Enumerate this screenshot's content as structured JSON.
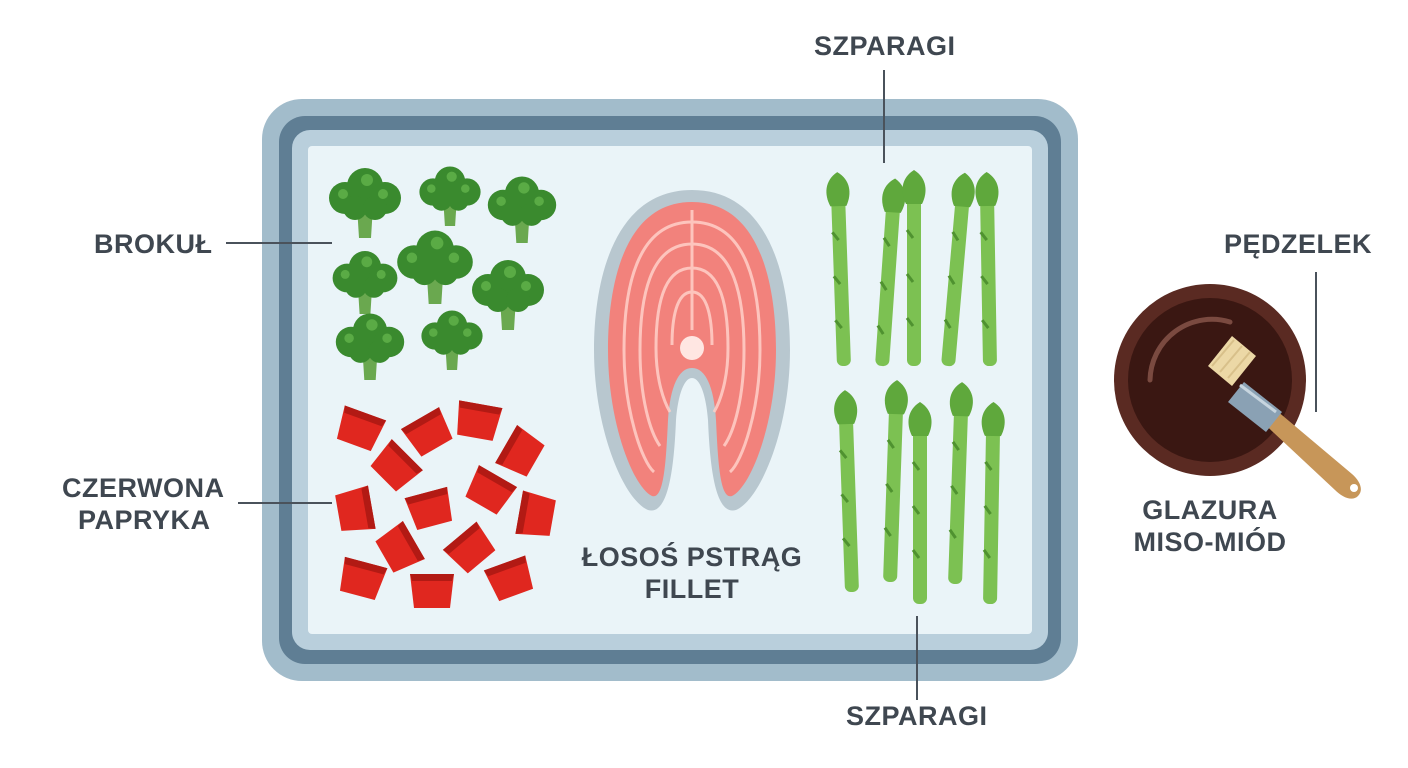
{
  "labels": {
    "broccoli": "BROKUŁ",
    "pepper": [
      "CZERWONA",
      "PAPRYKA"
    ],
    "fish": [
      "ŁOSOŚ PSTRĄG",
      "FILLET"
    ],
    "asparagus_top": "SZPARAGI",
    "asparagus_bottom": "SZPARAGI",
    "brush": "PĘDZELEK",
    "glaze": [
      "GLAZURA",
      "MISO-MIÓD"
    ]
  },
  "icons": [
    "broccoli-icon",
    "red-pepper-icon",
    "salmon-steak-icon",
    "asparagus-icon",
    "glaze-bowl-icon",
    "pastry-brush-icon"
  ],
  "colors": {
    "tray_outer": "#9fb8c7",
    "tray_rim": "#5f7e94",
    "tray_inner": "#eaf4f8",
    "broccoli": "#3a8a2e",
    "pepper": "#e0271f",
    "salmon": "#f2827c",
    "asparagus": "#7cc152",
    "glaze": "#3a1712",
    "label_text": "#3f4750"
  }
}
